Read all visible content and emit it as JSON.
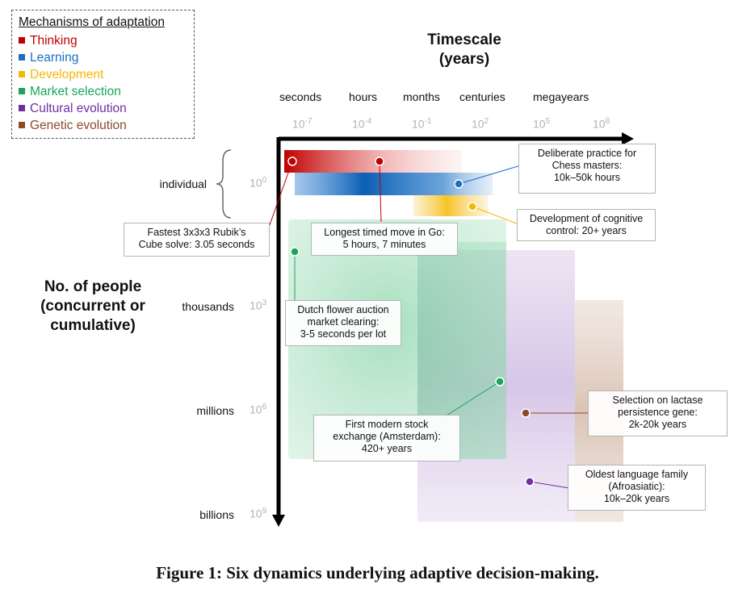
{
  "legend": {
    "title": "Mechanisms of adaptation",
    "items": [
      {
        "label": "Thinking",
        "color": "#c00000"
      },
      {
        "label": "Learning",
        "color": "#1f6fc0"
      },
      {
        "label": "Development",
        "color": "#f5b800"
      },
      {
        "label": "Market selection",
        "color": "#1aa55a"
      },
      {
        "label": "Cultural evolution",
        "color": "#7030a0"
      },
      {
        "label": "Genetic evolution",
        "color": "#8b4a2b"
      }
    ]
  },
  "x_axis": {
    "title_line1": "Timescale",
    "title_line2": "(years)",
    "word_ticks": [
      "seconds",
      "hours",
      "months",
      "centuries",
      "megayears"
    ],
    "power_ticks": [
      {
        "base": "10",
        "exp": "-7"
      },
      {
        "base": "10",
        "exp": "-4"
      },
      {
        "base": "10",
        "exp": "-1"
      },
      {
        "base": "10",
        "exp": "2"
      },
      {
        "base": "10",
        "exp": "5"
      },
      {
        "base": "10",
        "exp": "8"
      }
    ]
  },
  "y_axis": {
    "title_line1": "No. of people",
    "title_line2": "(concurrent or",
    "title_line3": "cumulative)",
    "rows": [
      {
        "label": "individual",
        "base": "10",
        "exp": "0"
      },
      {
        "label": "thousands",
        "base": "10",
        "exp": "3"
      },
      {
        "label": "millions",
        "base": "10",
        "exp": "6"
      },
      {
        "label": "billions",
        "base": "10",
        "exp": "9"
      }
    ]
  },
  "callouts": {
    "chess": {
      "line1": "Deliberate practice for",
      "line2": "Chess masters:",
      "line3": "10k–50k hours"
    },
    "cognitive": {
      "line1": "Development of cognitive",
      "line2": "control: 20+ years"
    },
    "rubik": {
      "line1": "Fastest 3x3x3 Rubik’s",
      "line2": "Cube solve: 3.05 seconds"
    },
    "go": {
      "line1": "Longest timed move in Go:",
      "line2": "5 hours, 7 minutes"
    },
    "dutch": {
      "line1": "Dutch flower auction",
      "line2": "market clearing:",
      "line3": "3-5 seconds per lot"
    },
    "lactase": {
      "line1": "Selection on lactase",
      "line2": "persistence gene:",
      "line3": "2k-20k years"
    },
    "stock": {
      "line1": "First modern stock",
      "line2": "exchange (Amsterdam):",
      "line3": "420+ years"
    },
    "language": {
      "line1": "Oldest language family",
      "line2": "(Afroasiatic):",
      "line3": "10k–20k years"
    }
  },
  "caption": {
    "prefix": "Figure 1",
    "text": ": Six dynamics underlying adaptive decision-making."
  }
}
